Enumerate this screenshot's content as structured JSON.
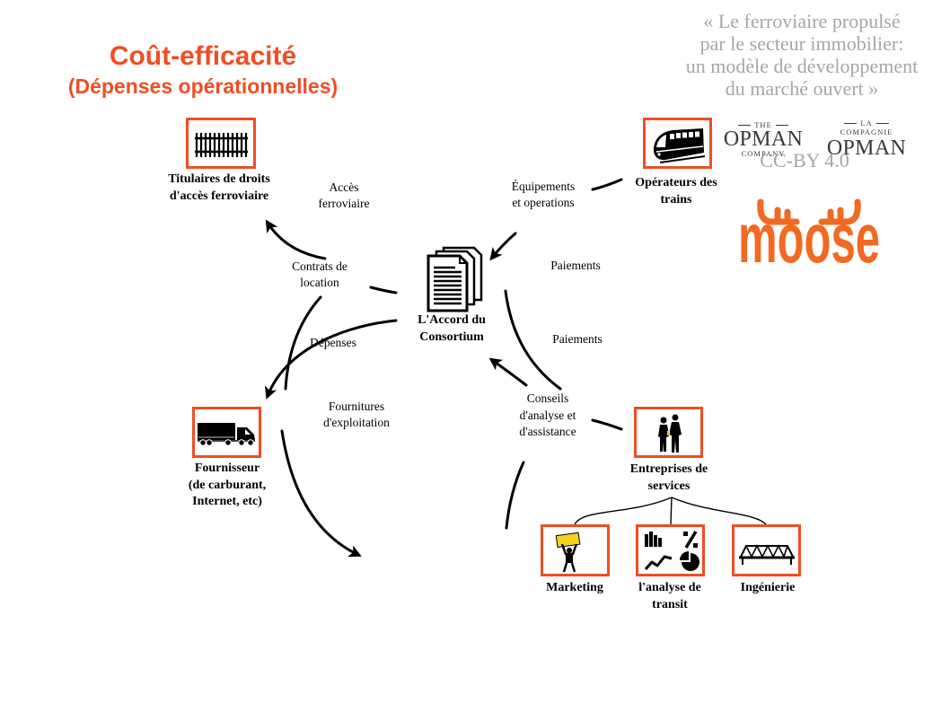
{
  "title": {
    "main": "Coût-efficacité",
    "subtitle": "(Dépenses opérationnelles)"
  },
  "quote": [
    "« Le ferroviaire propulsé",
    "par le secteur immobilier:",
    "un modèle de développement",
    "du marché ouvert »"
  ],
  "logos": {
    "opman_en": {
      "top": "THE",
      "name": "OPMAN",
      "bottom": "COMPANY"
    },
    "opman_fr": {
      "top": "LA",
      "middle": "COMPAGNIE",
      "name": "OPMAN"
    },
    "license": "CC-BY 4.0",
    "moose": {
      "wordmark": "moose",
      "icon": "antlers-icon"
    }
  },
  "nodes": {
    "rail_rights_holders": {
      "icon": "rail-tracks-icon",
      "label": [
        "Titulaires de droits",
        "d'accès ferroviaire"
      ]
    },
    "train_operators": {
      "icon": "train-icon",
      "label": [
        "Opérateurs des",
        "trains"
      ]
    },
    "consortium_agreement": {
      "icon": "documents-icon",
      "label": [
        "L'Accord du",
        "Consortium"
      ]
    },
    "supplier": {
      "icon": "truck-icon",
      "label": [
        "Fournisseur",
        "(de carburant,",
        "Internet, etc)"
      ]
    },
    "service_companies": {
      "icon": "people-icon",
      "label": [
        "Entreprises de",
        "services"
      ]
    },
    "marketing": {
      "icon": "marketing-sign-icon",
      "label": [
        "Marketing"
      ]
    },
    "transit_analysis": {
      "icon": "analytics-icon",
      "label": [
        "l'analyse de",
        "transit"
      ]
    },
    "engineering": {
      "icon": "bridge-icon",
      "label": [
        "Ingénierie"
      ]
    }
  },
  "flows": {
    "rail_access": [
      "Accès",
      "ferroviaire"
    ],
    "equipment_operations": [
      "Équipements",
      "et operations"
    ],
    "leases": [
      "Contrats de",
      "location"
    ],
    "payments_operators": [
      "Paiements"
    ],
    "payments_services": [
      "Paiements"
    ],
    "expenses": [
      "Dépenses"
    ],
    "operating_supplies": [
      "Fournitures",
      "d'exploitation"
    ],
    "consulting": [
      "Conseils",
      "d'analyse et",
      "d'assistance"
    ]
  },
  "colors": {
    "accent": "#EF4E23",
    "quote_gray": "#A6A6A6",
    "logo_gray": "#3A3A3A",
    "moose_orange": "#F26A21",
    "sign_yellow": "#F5D21B"
  }
}
